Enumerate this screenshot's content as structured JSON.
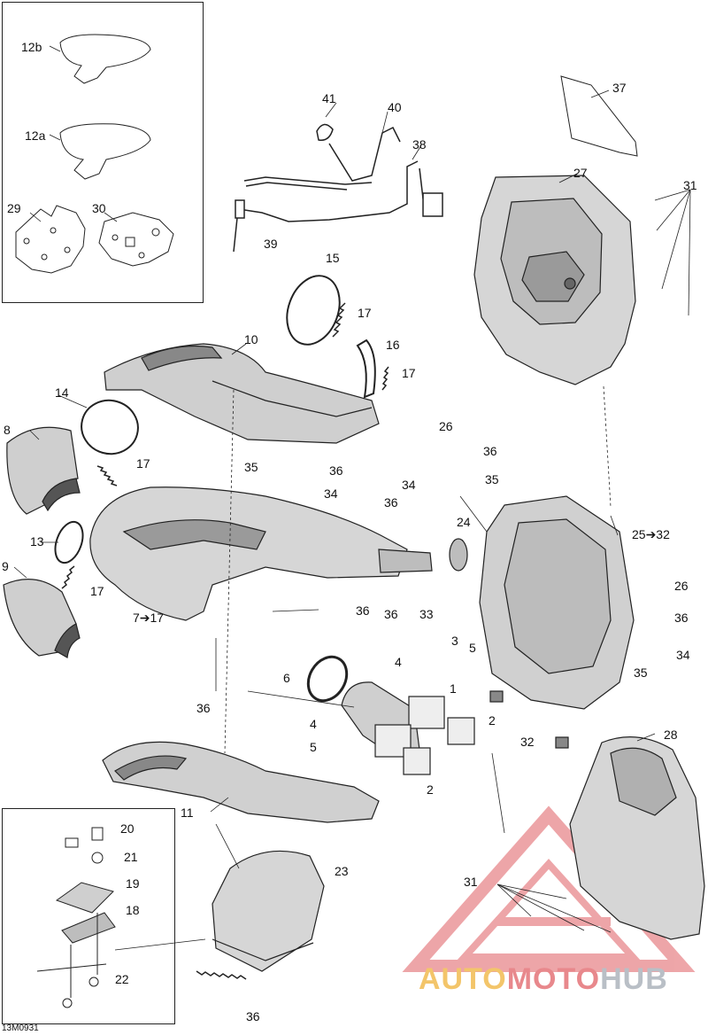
{
  "figure_code": "13M0931",
  "watermark": {
    "part1": "AUTO",
    "part2": "MOTO",
    "part3": "HUB",
    "colors": {
      "gold": "#f3c56a",
      "red": "#e8888c",
      "gray": "#b9bfc6"
    }
  },
  "callouts": [
    "12b",
    "12a",
    "29",
    "30",
    "41",
    "40",
    "38",
    "39",
    "37",
    "27",
    "31",
    "15",
    "17",
    "10",
    "16",
    "17",
    "14",
    "8",
    "17",
    "13",
    "9",
    "17",
    "35",
    "36",
    "34",
    "26",
    "36",
    "34",
    "35",
    "36",
    "24",
    "25➔32",
    "36",
    "33",
    "36",
    "7➔17",
    "6",
    "4",
    "3",
    "5",
    "1",
    "2",
    "36",
    "4",
    "5",
    "2",
    "26",
    "36",
    "34",
    "35",
    "32",
    "28",
    "11",
    "20",
    "21",
    "19",
    "18",
    "22",
    "23",
    "31",
    "36"
  ],
  "colors": {
    "line": "#222222",
    "shade": "#8a8a8a",
    "light": "#d6d6d6"
  }
}
